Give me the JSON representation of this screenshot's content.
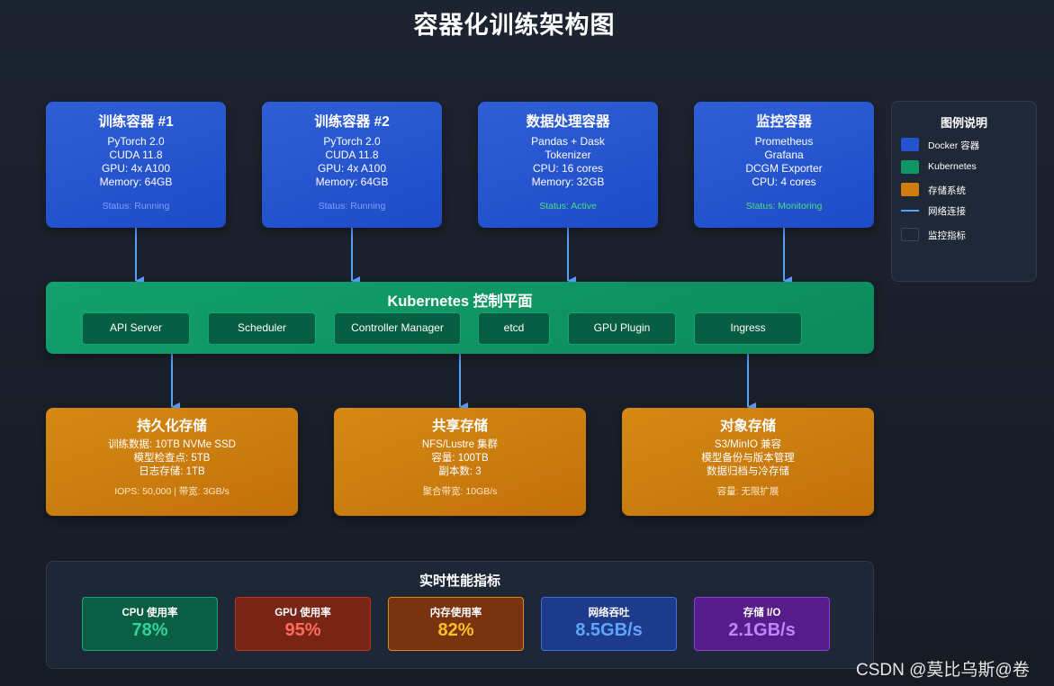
{
  "title": "容器化训练架构图",
  "containers": [
    {
      "name": "训练容器 #1",
      "lines": [
        "PyTorch 2.0",
        "CUDA 11.8",
        "GPU: 4x A100",
        "Memory: 64GB"
      ],
      "status": "Status: Running"
    },
    {
      "name": "训练容器 #2",
      "lines": [
        "PyTorch 2.0",
        "CUDA 11.8",
        "GPU: 4x A100",
        "Memory: 64GB"
      ],
      "status": "Status: Running"
    },
    {
      "name": "数据处理容器",
      "lines": [
        "Pandas + Dask",
        "Tokenizer",
        "CPU: 16 cores",
        "Memory: 32GB"
      ],
      "status": "Status: Active"
    },
    {
      "name": "监控容器",
      "lines": [
        "Prometheus",
        "Grafana",
        "DCGM Exporter",
        "CPU: 4 cores"
      ],
      "status": "Status: Monitoring"
    }
  ],
  "kubernetes": {
    "title": "Kubernetes 控制平面",
    "components": [
      "API Server",
      "Scheduler",
      "Controller Manager",
      "etcd",
      "GPU Plugin",
      "Ingress"
    ]
  },
  "storage": [
    {
      "name": "持久化存储",
      "lines": [
        "训练数据: 10TB NVMe SSD",
        "模型检查点: 5TB",
        "日志存储: 1TB"
      ],
      "note": "IOPS: 50,000 | 带宽: 3GB/s"
    },
    {
      "name": "共享存储",
      "lines": [
        "NFS/Lustre 集群",
        "容量: 100TB",
        "副本数: 3"
      ],
      "note": "聚合带宽: 10GB/s"
    },
    {
      "name": "对象存储",
      "lines": [
        "S3/MinIO 兼容",
        "模型备份与版本管理",
        "数据归档与冷存储"
      ],
      "note": "容量: 无限扩展"
    }
  ],
  "legend": {
    "title": "图例说明",
    "items": [
      {
        "label": "Docker 容器",
        "color": "#2553d0",
        "kind": "box"
      },
      {
        "label": "Kubernetes",
        "color": "#109567",
        "kind": "box"
      },
      {
        "label": "存储系统",
        "color": "#d07d10",
        "kind": "box"
      },
      {
        "label": "网络连接",
        "color": "#5aa0ff",
        "kind": "line"
      },
      {
        "label": "监控指标",
        "color": "#1d2735",
        "kind": "outline"
      }
    ]
  },
  "performance": {
    "title": "实时性能指标",
    "metrics": [
      {
        "label": "CPU 使用率",
        "value": "78%",
        "bg": "#0a5e43",
        "border": "#17a878",
        "color": "#34d399"
      },
      {
        "label": "GPU 使用率",
        "value": "95%",
        "bg": "#7a2417",
        "border": "#b8361f",
        "color": "#ff6b5b"
      },
      {
        "label": "内存使用率",
        "value": "82%",
        "bg": "#7a3310",
        "border": "#d98a16",
        "color": "#fbbf24"
      },
      {
        "label": "网络吞吐",
        "value": "8.5GB/s",
        "bg": "#1e3a8a",
        "border": "#3b6fe0",
        "color": "#60a5fa"
      },
      {
        "label": "存储 I/O",
        "value": "2.1GB/s",
        "bg": "#561c8a",
        "border": "#8b3fd9",
        "color": "#c084fc"
      }
    ]
  },
  "watermark": "CSDN @莫比乌斯@卷"
}
